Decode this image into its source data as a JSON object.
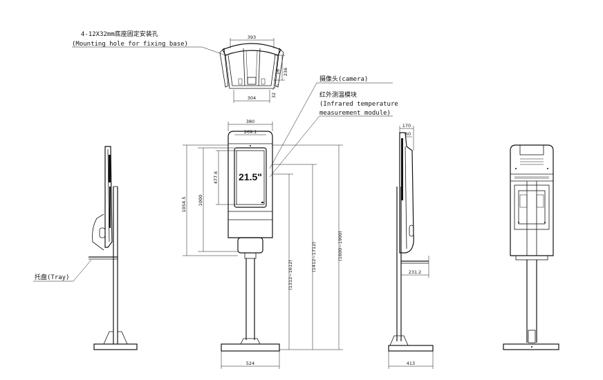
{
  "annotations": {
    "base_hole_cn": "4-12X32mm底座固定安装孔",
    "base_hole_en": "(Mounting hole for fixing base)",
    "camera": "摄像头(camera)",
    "ir_cn": "红外测温模块",
    "ir_en_1": "(Infrared temperature",
    "ir_en_2": "measurement module)",
    "tray": "托盘(Tray)",
    "screen_size": "21.5\""
  },
  "dimensions": {
    "base_top_width": "393",
    "base_bottom_width": "304",
    "base_depth": "236",
    "base_small_1": "16",
    "base_small_2": "32",
    "head_width": "380",
    "screen_width": "269.1",
    "screen_height": "477.6",
    "body_height": "1000",
    "total_head_height": "1054.5",
    "height_range_1": "(1312~1612)",
    "height_range_2": "(1412~1712)",
    "height_range_3": "(1600~1900)",
    "foot_width_front": "524",
    "side_depth": "170",
    "side_screen_depth": "60",
    "tray_depth": "231.2",
    "foot_width_side": "413"
  }
}
